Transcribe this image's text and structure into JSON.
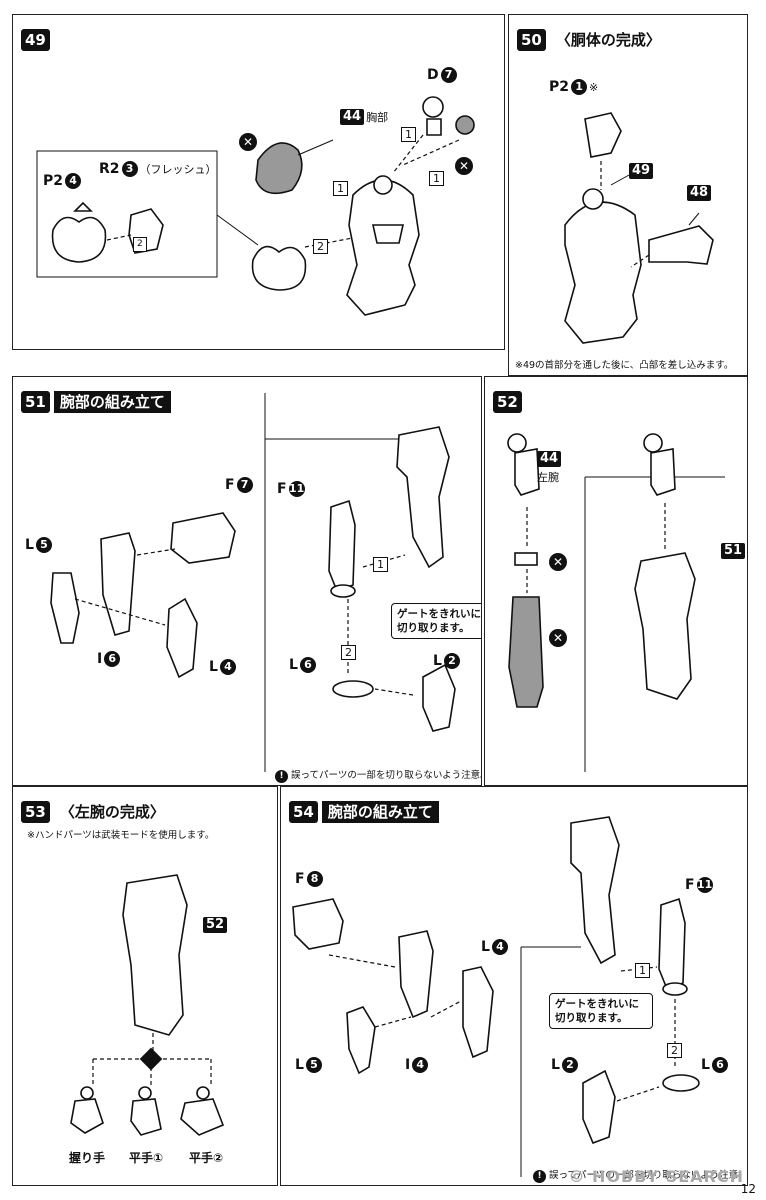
{
  "steps": {
    "s49": {
      "num": "49",
      "dp": "D",
      "dn": "7",
      "ep": "44",
      "el": "胸部",
      "p2p": "P2",
      "p2n": "4",
      "r2p": "R2",
      "r2n": "3",
      "r2l": "（フレッシュ）",
      "n1": "1",
      "n2": "2",
      "n3": "1",
      "n4": "2",
      "n5": "1"
    },
    "s50": {
      "num": "50",
      "title": "〈胴体の完成〉",
      "p2p": "P2",
      "p2n": "1",
      "p2s": "※",
      "ref49": "49",
      "ref48": "48",
      "note": "※49の首部分を通した後に、凸部を差し込みます。"
    },
    "s51": {
      "num": "51",
      "title": "腕部の組み立て",
      "f7p": "F",
      "f7n": "7",
      "l5p": "L",
      "l5n": "5",
      "i6p": "I",
      "i6n": "6",
      "l4p": "L",
      "l4n": "4",
      "f11p": "F",
      "f11n": "11",
      "l6p": "L",
      "l6n": "6",
      "l2p": "L",
      "l2n": "2",
      "c1": "1",
      "c2": "2",
      "callout": "ゲートをきれいに切り取ります。",
      "warn": "誤ってパーツの一部を切り取らないよう注意。"
    },
    "s52": {
      "num": "52",
      "ref44": "44",
      "l44": "左腕",
      "ref51": "51"
    },
    "s53": {
      "num": "53",
      "title": "〈左腕の完成〉",
      "note": "※ハンドパーツは武装モードを使用します。",
      "ref52": "52",
      "h1": "握り手",
      "h2": "平手①",
      "h3": "平手②"
    },
    "s54": {
      "num": "54",
      "title": "腕部の組み立て",
      "f8p": "F",
      "f8n": "8",
      "l4p": "L",
      "l4n": "4",
      "l5p": "L",
      "l5n": "5",
      "i4p": "I",
      "i4n": "4",
      "f11p": "F",
      "f11n": "11",
      "l2p": "L",
      "l2n": "2",
      "l6p": "L",
      "l6n": "6",
      "c1": "1",
      "c2": "2",
      "callout": "ゲートをきれいに切り取ります。",
      "warn": "誤ってパーツの一部を切り取らないよう注意。"
    }
  },
  "watermark": "© HOBBY SEARCH",
  "page_number": "12"
}
